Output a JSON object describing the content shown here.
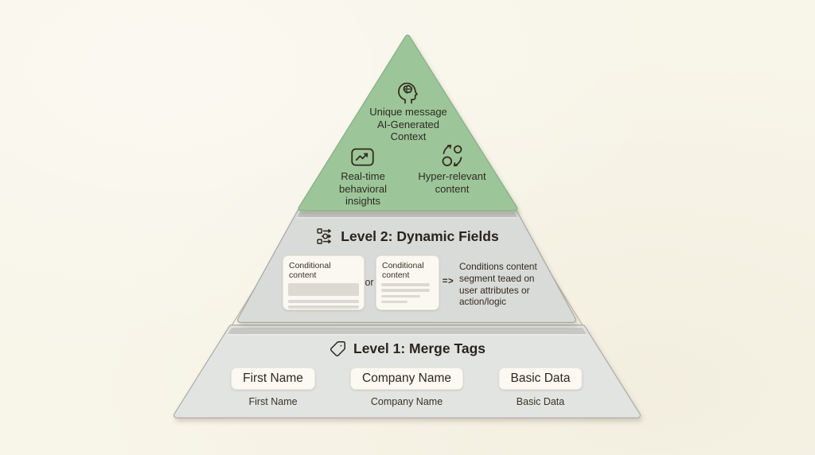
{
  "colors": {
    "background": "#f8f5e9",
    "top_level_green": "#9cc699",
    "middle_level_gray": "#d8dbd8",
    "bottom_level_gray": "#e2e4e1",
    "card_background": "#faf8f0",
    "text": "#33291e"
  },
  "pyramid": {
    "top": {
      "center_icon": "brain-head-icon",
      "center_label": "Unique message\nAI-Generated\nContext",
      "left_icon": "trend-chart-icon",
      "left_label": "Real-time\nbehavioral\ninsights",
      "right_icon": "sync-circles-icon",
      "right_label": "Hyper-relevant\ncontent"
    },
    "middle": {
      "icon": "workflow-icon",
      "title": "Level 2: Dynamic Fields",
      "cards": [
        {
          "title": "Conditional content"
        },
        {
          "title": "Conditional\ncontent"
        }
      ],
      "or_label": "or",
      "arrow_label": "=>",
      "description": "Conditions content\nsegment teaed on\nuser attributes or\naction/logic"
    },
    "bottom": {
      "icon": "tag-icon",
      "title": "Level 1: Merge Tags",
      "tags": [
        {
          "chip": "First Name",
          "caption": "First Name"
        },
        {
          "chip": "Company Name",
          "caption": "Company Name"
        },
        {
          "chip": "Basic Data",
          "caption": "Basic Data"
        }
      ]
    }
  }
}
